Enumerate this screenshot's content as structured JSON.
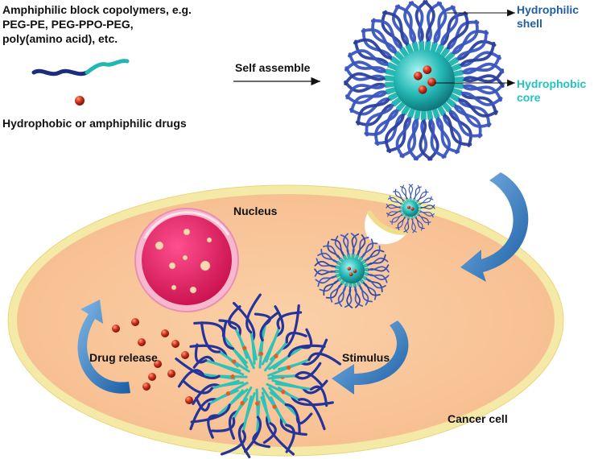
{
  "labels": {
    "copolymer_lines": [
      "Amphiphilic block copolymers, e.g.",
      "PEG-PE, PEG-PPO-PEG,",
      "poly(amino acid), etc."
    ],
    "drugs": "Hydrophobic or amphiphilic drugs",
    "self_assemble": "Self assemble",
    "hydrophilic_shell_lines": [
      "Hydrophilic",
      "shell"
    ],
    "hydrophobic_core_lines": [
      "Hydrophobic",
      "core"
    ],
    "nucleus": "Nucleus",
    "drug_release": "Drug release",
    "stimulus": "Stimulus",
    "cancer_cell": "Cancer cell"
  },
  "icons": [
    "copolymer-chain-icon",
    "drug-sphere-icon",
    "micelle-icon",
    "nucleus-icon",
    "cycle-arrow-icon"
  ],
  "colors": {
    "hydrophilic_blue": "#1f5fa5",
    "hydrophobic_cyan": "#22c3c3",
    "cell_fill": "#f8c79c",
    "cell_membrane": "#f5e9a8",
    "nucleus_pink": "#e0185f",
    "drug_red": "#c0281e",
    "arrow_blue": "#2a78c0"
  }
}
